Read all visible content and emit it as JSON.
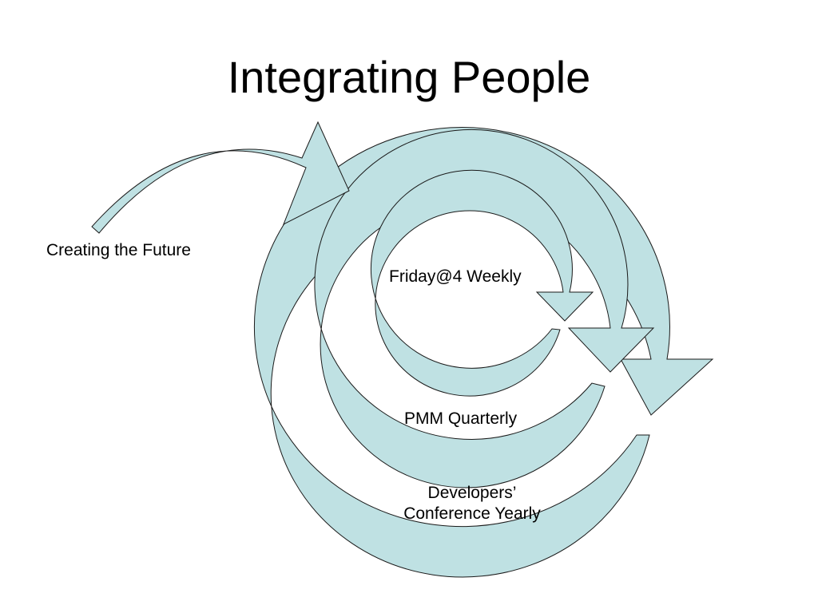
{
  "slide": {
    "title": "Integrating People"
  },
  "labels": {
    "creating_future": "Creating the Future",
    "weekly": "Friday@4 Weekly",
    "quarterly": "PMM Quarterly",
    "yearly_line1": "Developers’",
    "yearly_line2": "Conference Yearly"
  },
  "colors": {
    "arrow_fill": "#bfe1e3",
    "arrow_outline": "#1a1a1a",
    "background": "#ffffff",
    "text": "#000000"
  }
}
